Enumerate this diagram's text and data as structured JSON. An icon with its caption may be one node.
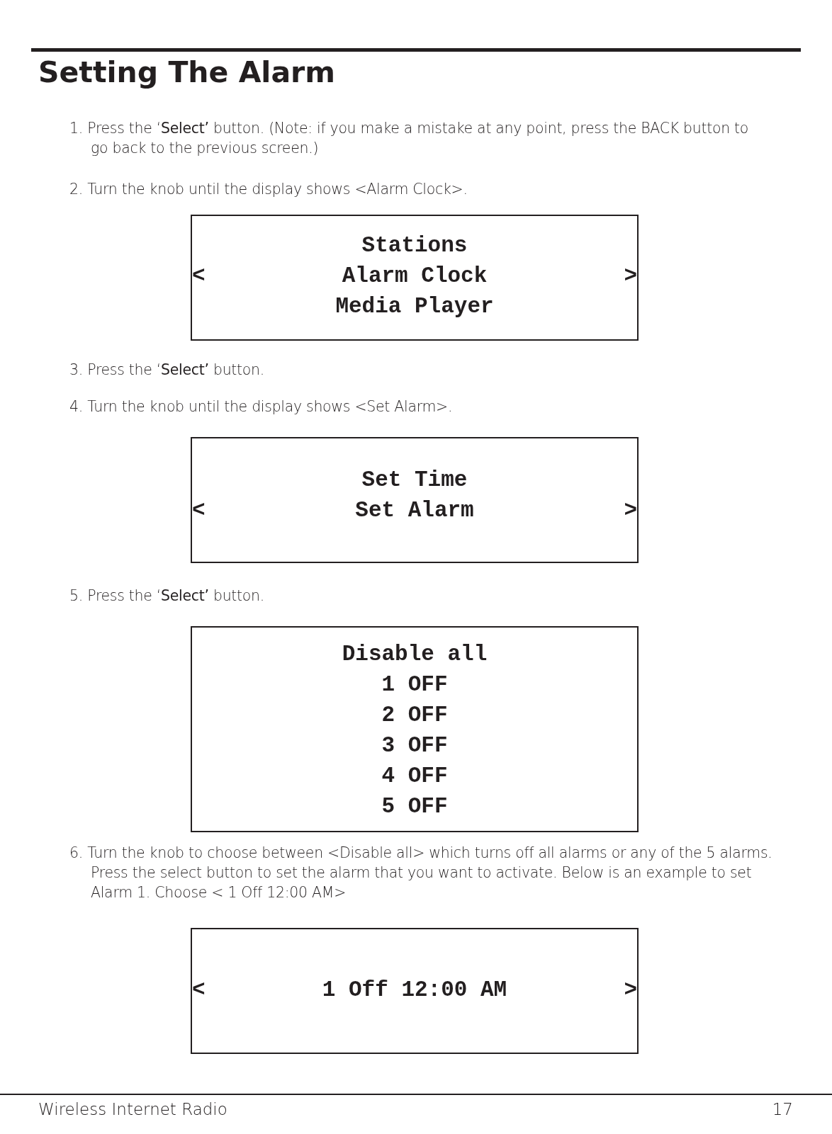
{
  "diagram": {
    "title": "Setting The Alarm",
    "nodes": [
      {
        "text": [
          "Stations",
          "<",
          "Alarm Clock",
          ">",
          "Media Player"
        ]
      },
      {
        "text": [
          "Set Time",
          "<",
          "Set Alarm",
          ">"
        ]
      },
      {
        "text": [
          "Disable all",
          "1 OFF",
          "2 OFF",
          "3 OFF",
          "4 OFF",
          "5 OFF"
        ]
      },
      {
        "text": [
          "<",
          "1 Off 12:00 AM",
          ">"
        ]
      }
    ],
    "labels": [
      "1. Press the ‘**Select’** button. (Note: if you make a mistake at any point, press the BACK button to go back to the previous screen.)",
      "2. Turn the knob until the display shows <Alarm Clock>.",
      "3. Press the ‘**Select’** button.",
      "4. Turn the knob until the display shows <Set Alarm>.",
      "5. Press the ‘**Select’** button.",
      "6. Turn the knob to choose between <Disable all> which turns off all alarms or any of the 5 alarms.  Press the select button to set the alarm that you want to activate. Below is an example to set Alarm 1. Choose < 1 Off 12:00 AM>",
      "Wireless Internet Radio",
      "17"
    ]
  }
}
